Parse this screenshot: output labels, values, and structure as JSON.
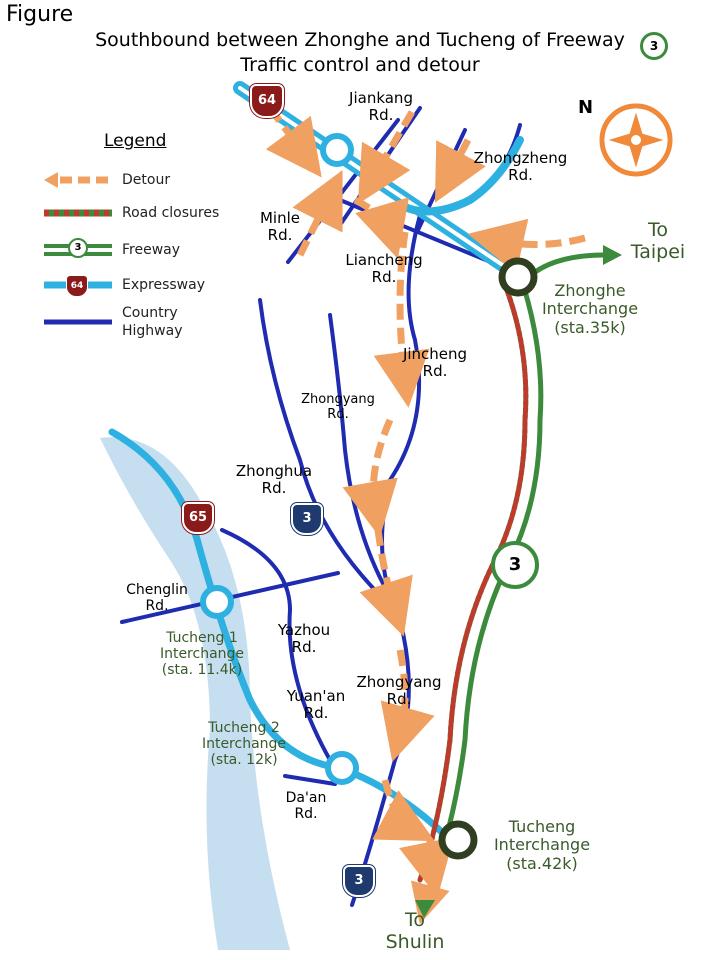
{
  "figure_label": "Figure",
  "title_line1": "Southbound between Zhonghe and Tucheng of Freeway",
  "title_line2": "Traffic control and detour",
  "compass": "N",
  "legend": {
    "title": "Legend",
    "items": [
      {
        "label": "Detour",
        "icon": "dashed-orange-arrow"
      },
      {
        "label": "Road closures",
        "icon": "red-green-dotted-line"
      },
      {
        "label": "Freeway",
        "icon": "freeway-shield",
        "badge": "3"
      },
      {
        "label": "Expressway",
        "icon": "expressway-shield",
        "badge": "64"
      },
      {
        "label": "Country",
        "label2": "Highway",
        "icon": "blue-line"
      }
    ]
  },
  "shields": {
    "expressway_64": "64",
    "expressway_65": "65",
    "highway_3_a": "3",
    "highway_3_b": "3",
    "freeway_3": "3",
    "freeway_title": "3"
  },
  "roads": {
    "jiankang": [
      "Jiankang",
      "Rd."
    ],
    "zhongzheng": [
      "Zhongzheng",
      "Rd."
    ],
    "minle": [
      "Minle",
      "Rd."
    ],
    "liancheng": [
      "Liancheng",
      "Rd."
    ],
    "jincheng": [
      "Jincheng",
      "Rd."
    ],
    "zhongyang1": [
      "Zhongyang",
      "Rd."
    ],
    "zhonghua": [
      "Zhonghua",
      "Rd."
    ],
    "chenglin": [
      "Chenglin",
      "Rd."
    ],
    "yazhou": [
      "Yazhou",
      "Rd."
    ],
    "yuanan": [
      "Yuan'an",
      "Rd."
    ],
    "zhongyang2": [
      "Zhongyang",
      "Rd."
    ],
    "daan": [
      "Da'an",
      "Rd."
    ]
  },
  "interchanges": {
    "zhonghe": [
      "Zhonghe",
      "Interchange",
      "(sta.35k)"
    ],
    "tucheng1": [
      "Tucheng  1",
      "Interchange",
      "(sta. 11.4k)"
    ],
    "tucheng2": [
      "Tucheng  2",
      "Interchange",
      "(sta. 12k)"
    ],
    "tucheng": [
      "Tucheng",
      "Interchange",
      "(sta.42k)"
    ]
  },
  "destinations": {
    "taipei": [
      "To",
      "Taipei"
    ],
    "shulin": [
      "To",
      "Shulin"
    ]
  },
  "colors": {
    "detour": "#f0a060",
    "closure_red": "#c0392b",
    "freeway_green": "#3c8a3c",
    "expressway": "#2eb0e0",
    "highway": "#1f2bb0",
    "river": "#c6dff0",
    "shield_red": "#8b1a1a",
    "shield_blue": "#1e3a6e",
    "interchange_dark": "#2f3f1f",
    "compass": "#f08a3a"
  }
}
